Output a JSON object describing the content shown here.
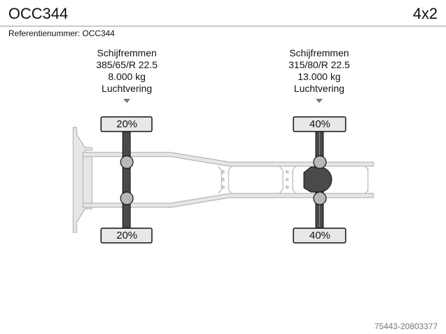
{
  "header": {
    "title": "OCC344",
    "axle_config": "4x2",
    "reference": "Referentienummer: OCC344"
  },
  "axles": [
    {
      "brakes": "Schijfremmen",
      "tyre_size": "385/65/R 22.5",
      "load": "8.000 kg",
      "suspension": "Luchtvering",
      "tread_left": "20%",
      "tread_right": "20%"
    },
    {
      "brakes": "Schijfremmen",
      "tyre_size": "315/80/R 22.5",
      "load": "13.000 kg",
      "suspension": "Luchtvering",
      "tread_left": "40%",
      "tread_right": "40%"
    }
  ],
  "footer": {
    "id": "75443-20803377"
  },
  "colors": {
    "frame_fill": "#e6e6e6",
    "frame_stroke": "#a8a8a8",
    "axle": "#4a4a4a",
    "hub": "#b8b8b8",
    "tyre_box": "#e8e8e8"
  }
}
